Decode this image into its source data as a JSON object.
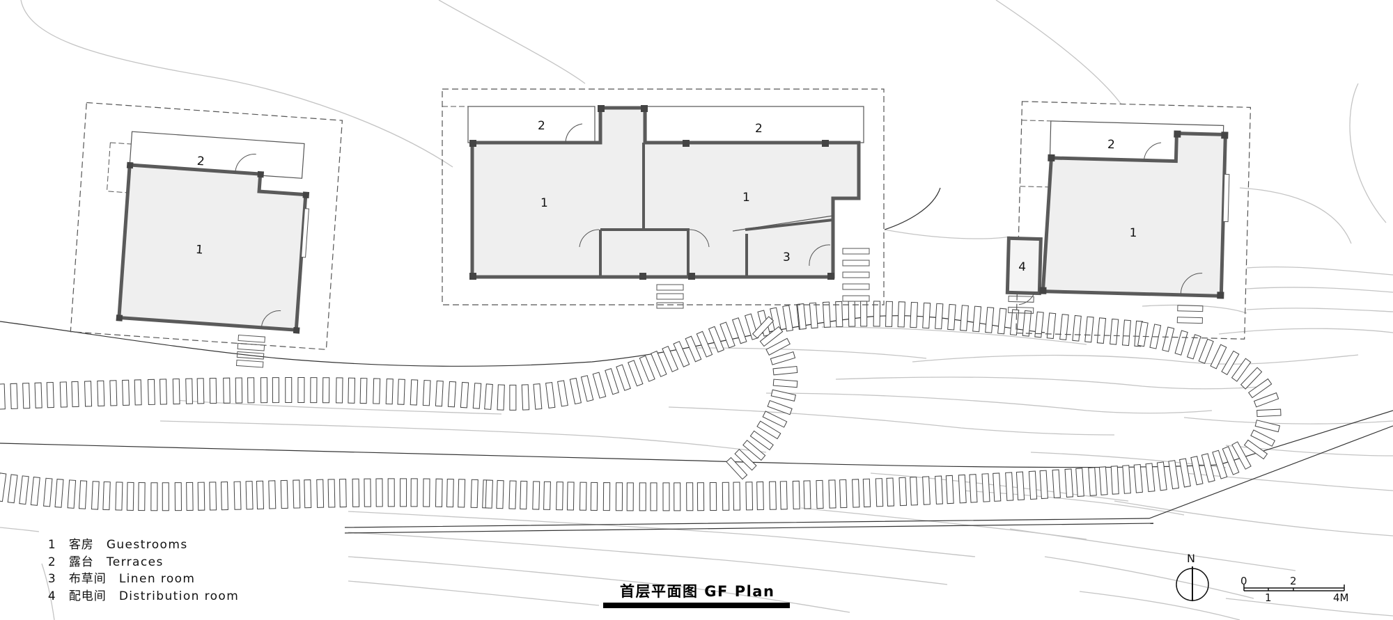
{
  "rooms": {
    "guestroom": "1",
    "terrace": "2",
    "linen_room": "3",
    "distribution_room": "4"
  },
  "legend": [
    {
      "num": "1",
      "zh": "客房",
      "en": "Guestrooms"
    },
    {
      "num": "2",
      "zh": "露台",
      "en": "Terraces"
    },
    {
      "num": "3",
      "zh": "布草间",
      "en": "Linen room"
    },
    {
      "num": "4",
      "zh": "配电间",
      "en": "Distribution room"
    }
  ],
  "title": "首层平面图 GF Plan",
  "north": "N",
  "scale": {
    "t0": "0",
    "t1": "1",
    "t2": "2",
    "t4": "4M"
  },
  "colors": {
    "wall": "#5a5a5a",
    "floor": "#efefef",
    "line": "#333333",
    "contour": "#bdbdbd",
    "path": "#444444"
  }
}
